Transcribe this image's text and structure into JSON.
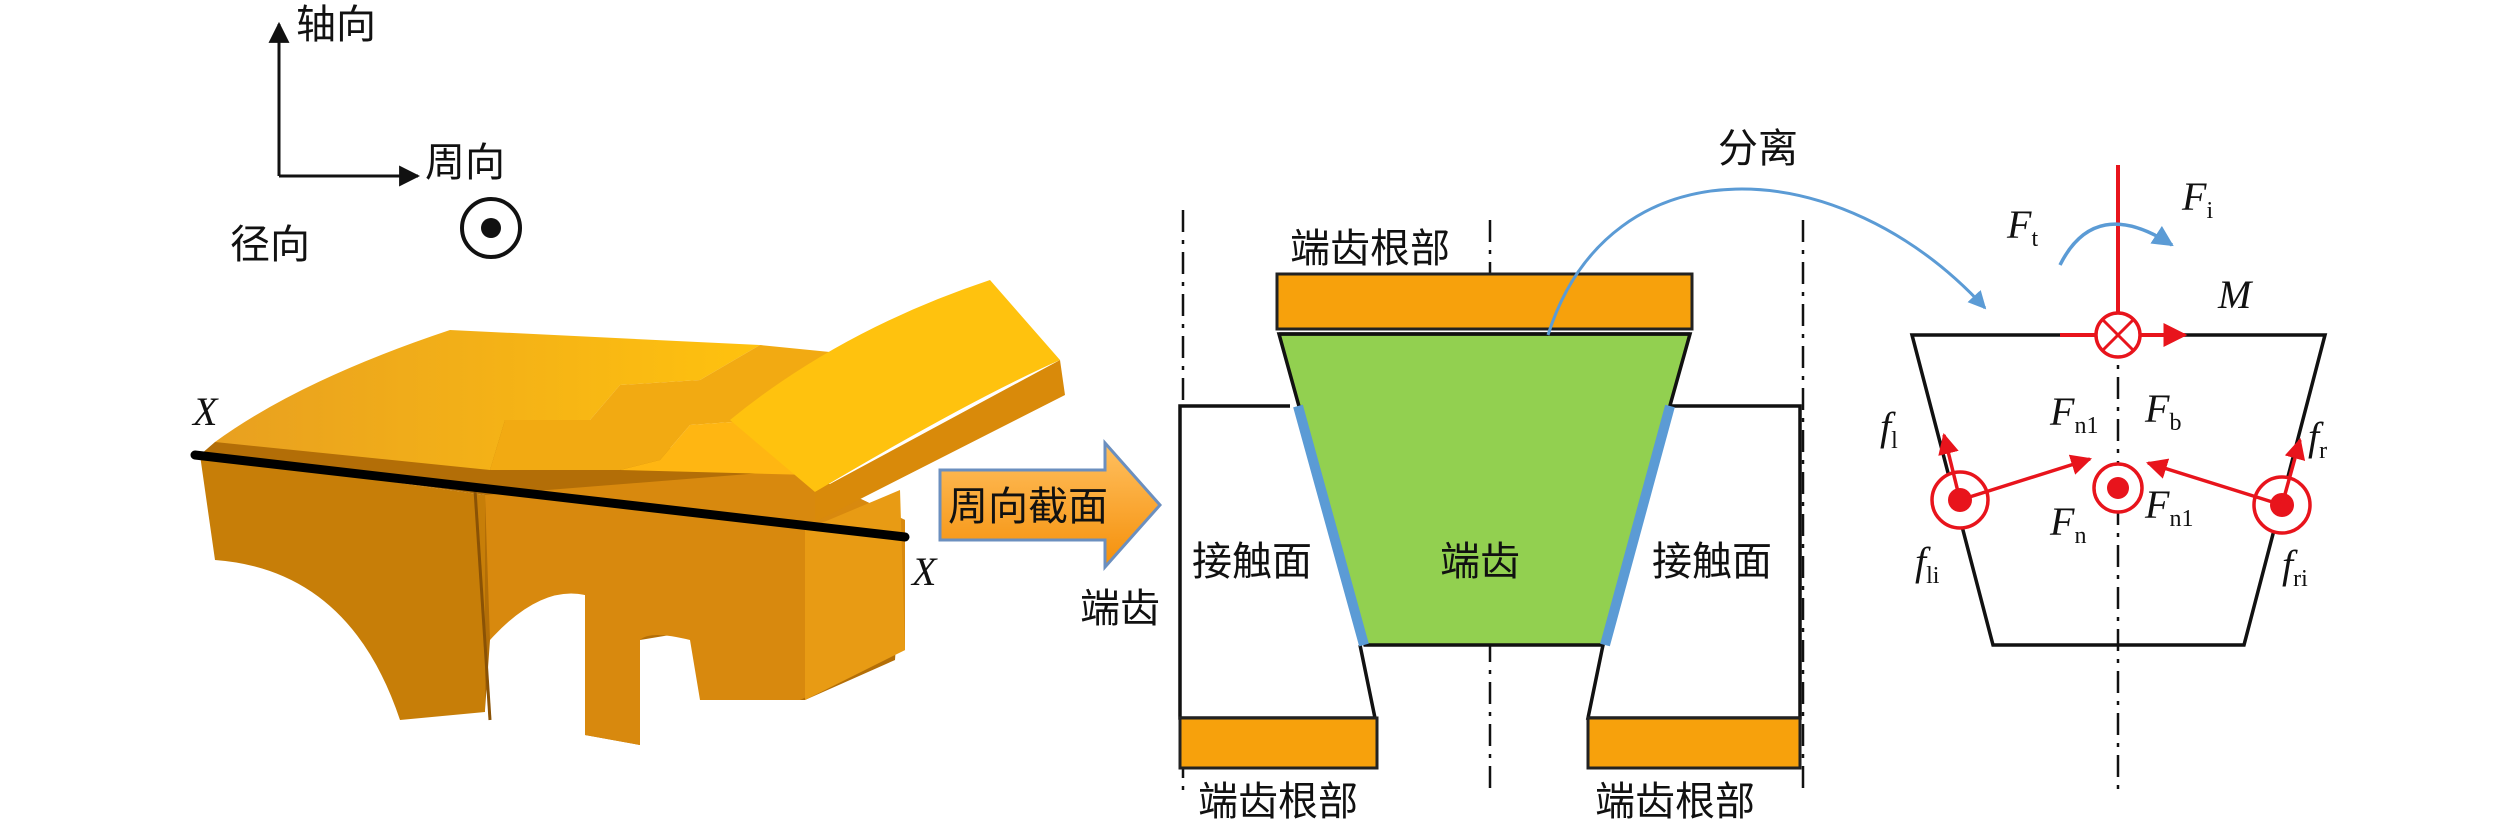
{
  "axes": {
    "axial": "轴向",
    "circumferential": "周向",
    "radial": "径向"
  },
  "section_marks": {
    "x_left": "X",
    "x_right": "X"
  },
  "arrow_label": "周向截面",
  "cross_section": {
    "root_top": "端齿根部",
    "root_bottom_left": "端齿根部",
    "root_bottom_right": "端齿根部",
    "contact_left": "接触面",
    "contact_right": "接触面",
    "center_tooth": "端齿",
    "side_tooth": "端齿"
  },
  "separation_label": "分离",
  "forces": {
    "Ft": {
      "main": "F",
      "sub": "t"
    },
    "Fi": {
      "main": "F",
      "sub": "i"
    },
    "M": {
      "main": "M",
      "sub": ""
    },
    "fl": {
      "main": "f",
      "sub": "l"
    },
    "Fn1_top": {
      "main": "F",
      "sub": "n1"
    },
    "Fb": {
      "main": "F",
      "sub": "b"
    },
    "fr": {
      "main": "f",
      "sub": "r"
    },
    "Fn": {
      "main": "F",
      "sub": "n"
    },
    "Fn1_right": {
      "main": "F",
      "sub": "n1"
    },
    "fli": {
      "main": "f",
      "sub": "li"
    },
    "fri": {
      "main": "f",
      "sub": "ri"
    }
  },
  "colors": {
    "orange": "#F7A10C",
    "green": "#92D050",
    "blue_contact": "#5B9BD5",
    "red_force": "#E8141C",
    "arrow_blue": "#5B9BD5"
  }
}
